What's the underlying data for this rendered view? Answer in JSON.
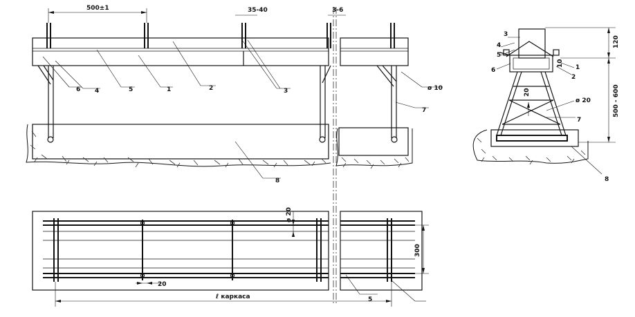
{
  "dimensions": {
    "spacing": "500±1",
    "rod_offset": "35-40",
    "gap": "3-6",
    "height_120_top": "120",
    "height_range": "500 - 600",
    "bar_diameter_10": "ø 10",
    "bar_diameter_20_side": "ø 20",
    "small_20": "20",
    "small_10": "10",
    "plan_diameter_20": "ø 20",
    "plan_width": "300",
    "plan_offset": "20",
    "frame_length": "ℓ каркаса"
  },
  "callouts": {
    "front": [
      "6",
      "4",
      "5",
      "1",
      "2",
      "3",
      "ø 10",
      "7",
      "8"
    ],
    "side": [
      "3",
      "4",
      "5",
      "6",
      "1",
      "2",
      "7",
      "8"
    ],
    "plan": [
      "5"
    ]
  }
}
